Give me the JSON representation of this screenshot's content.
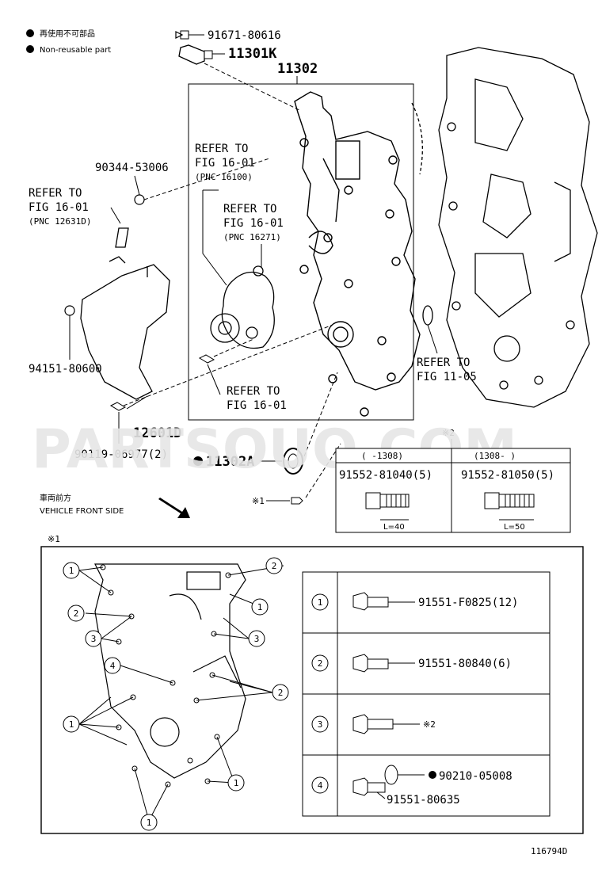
{
  "legend": {
    "line_jp": "再使用不可部品",
    "line_en": "Non-reusable part"
  },
  "parts": {
    "bolt_top": "91671-80616",
    "sensor": "11301K",
    "cover": "11302",
    "plug": "90344-53006",
    "bolt_left": "94151-80600",
    "cover_left": "12601D",
    "bolt_bottom": "90119-06977(2)",
    "seal": "11302A",
    "washer": "90210-05008"
  },
  "refs": {
    "r1": [
      "REFER TO",
      "FIG 16-01",
      "(PNC 16100)"
    ],
    "r2": [
      "REFER TO",
      "FIG 16-01",
      "(PNC 16271)"
    ],
    "r3": [
      "REFER TO",
      "FIG 16-01",
      "(PNC 12631D)"
    ],
    "r4": [
      "REFER TO",
      "FIG 16-01"
    ],
    "r5": [
      "REFER TO",
      "FIG 11-05"
    ]
  },
  "direction": {
    "jp": "車両前方",
    "en": "VEHICLE FRONT SIDE"
  },
  "watermark": "PARTSOUQ.COM",
  "note_mark_1": "※1",
  "note_mark_2": "※2",
  "bolt_table_top": {
    "headers": [
      "(     -1308)",
      "(1308-     )"
    ],
    "parts": [
      "91552-81040(5)",
      "91552-81050(5)"
    ],
    "lengths": [
      "L=40",
      "L=50"
    ]
  },
  "detail_table": {
    "rows": [
      {
        "num": "1",
        "part": "91551-F0825(12)"
      },
      {
        "num": "2",
        "part": "91551-80840(6)"
      },
      {
        "num": "3",
        "part": "※2"
      },
      {
        "num": "4",
        "part": "91551-80635"
      }
    ]
  },
  "bubble_labels": [
    "1",
    "2",
    "3",
    "4"
  ],
  "figure_id": "116794D"
}
